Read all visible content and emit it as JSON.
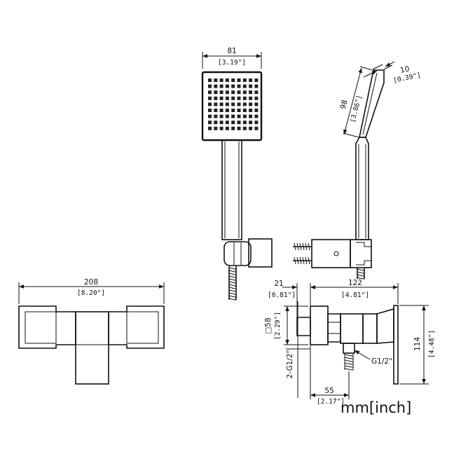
{
  "units": {
    "label": "mm[inch]"
  },
  "dimensions": {
    "head_width_mm": "81",
    "head_width_in": "[3.19\"]",
    "head_depth_mm": "10",
    "head_depth_in": "[0.39\"]",
    "head_height_mm": "98",
    "head_height_in": "[3.86\"]",
    "body_width_mm": "208",
    "body_width_in": "[8.20\"]",
    "wall_offset_mm": "21",
    "wall_offset_in": "[0.81\"]",
    "body_depth_mm": "122",
    "body_depth_in": "[4.81\"]",
    "square_size_mm": "□58",
    "square_size_in": "[2.29\"]",
    "inlet_thread": "2-G1/2\"",
    "outlet_thread": "G1/2\"",
    "plate_height_mm": "114",
    "plate_height_in": "[4.48\"]",
    "inlet_spacing_mm": "55",
    "inlet_spacing_in": "[2.17\"]"
  }
}
